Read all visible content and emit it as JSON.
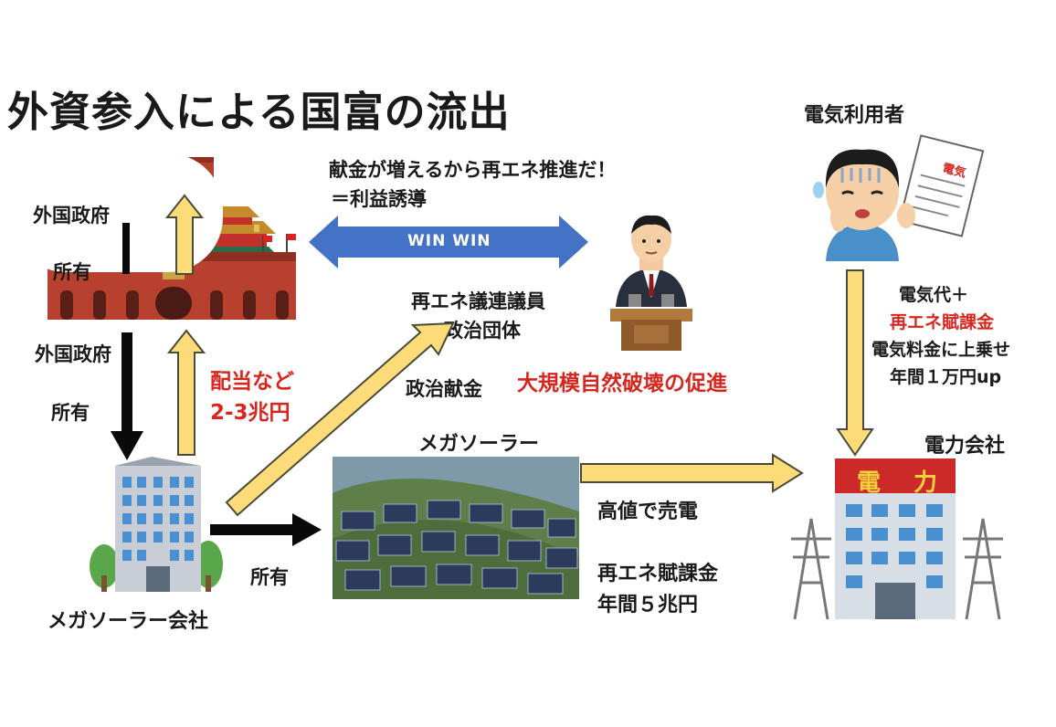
{
  "title": "外資参入による国富の流出",
  "nodes": {
    "foreign_gov_top": "外国政府",
    "owned_top": "所有",
    "foreign_gov": "外国政府",
    "owned_left": "所有",
    "mega_company": "メガソーラー会社",
    "owned_bottom": "所有",
    "mega_solar": "メガソーラー",
    "politician": [
      "再エネ議連議員",
      "政治団体"
    ],
    "electricity_user": "電気利用者",
    "power_company": "電力会社",
    "power_sign": [
      "電",
      "力"
    ],
    "bill_chars": "電気"
  },
  "flows": {
    "win_win": "WIN WIN",
    "slogan": [
      "献金が増えるから再エネ推進だ！",
      "＝利益誘導"
    ],
    "dividend": [
      "配当など",
      "2-3兆円"
    ],
    "donation": "政治献金",
    "destruction": "大規模自然破壊の促進",
    "sell": "高値で売電",
    "levy": [
      "再エネ賦課金",
      "年間５兆円"
    ],
    "user_charge": [
      "電気代＋",
      "再エネ賦課金",
      "電気料金に上乗せ",
      "年間１万円up"
    ]
  },
  "colors": {
    "yellow_arrow": "#fcdc78",
    "yellow_stroke": "#4a4a3a",
    "blue_arrow": "#4472c4",
    "red_text": "#d8261f",
    "black_arrow": "#0a0a0a"
  },
  "icons": [
    "chinese-building-icon",
    "office-building-icon",
    "solar-panels-image",
    "politician-icon",
    "worried-user-icon",
    "power-company-icon",
    "transmission-tower-icon"
  ]
}
